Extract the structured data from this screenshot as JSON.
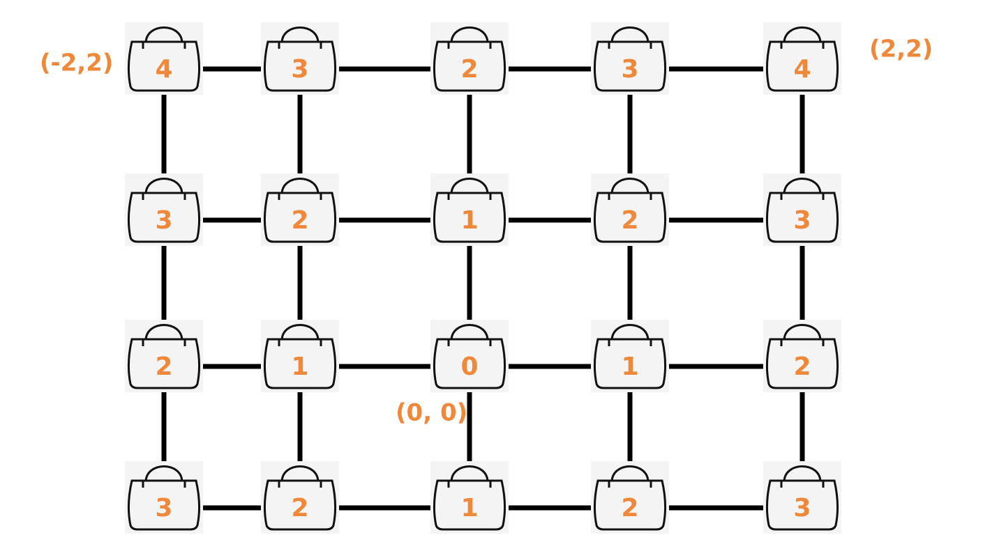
{
  "colors": {
    "accent": "#f0883a",
    "edge": "#000000",
    "node_fill": "#f4f4f4",
    "node_stroke": "#111111"
  },
  "node_icon": "shopping-bag-icon",
  "grid": {
    "rows": [
      [
        "4",
        "3",
        "2",
        "3",
        "4"
      ],
      [
        "3",
        "2",
        "1",
        "2",
        "3"
      ],
      [
        "2",
        "1",
        "0",
        "1",
        "2"
      ],
      [
        "3",
        "2",
        "1",
        "2",
        "3"
      ]
    ]
  },
  "coordinate_labels": {
    "top_left": "(-2,2)",
    "top_right": "(2,2)",
    "origin": "(0, 0)"
  }
}
